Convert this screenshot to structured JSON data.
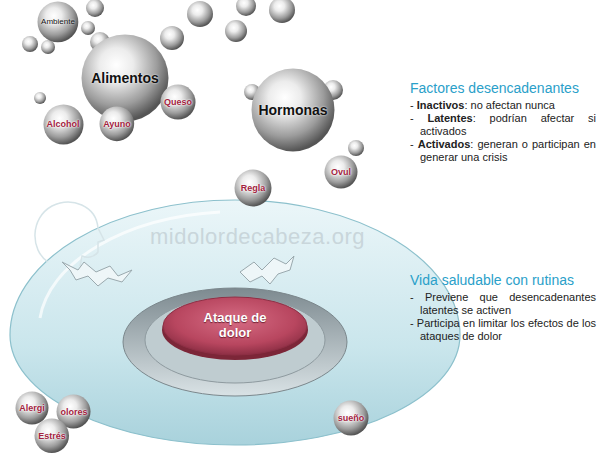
{
  "diagram": {
    "nodes": [
      {
        "text": [
          "Ambiente"
        ]
      },
      {
        "text": [
          "Alimentos"
        ]
      },
      {
        "text": [
          "Hormonas"
        ]
      },
      {
        "text": [
          "Alcohol"
        ]
      },
      {
        "text": [
          "Queso"
        ]
      },
      {
        "text": [
          "Ayuno"
        ]
      },
      {
        "text": [
          "Ovul"
        ]
      },
      {
        "text": [
          "Regla"
        ]
      },
      {
        "text": [
          "Ataque de dolor"
        ]
      },
      {
        "text": [
          "Alergi"
        ]
      },
      {
        "text": [
          "olores"
        ]
      },
      {
        "text": [
          "Estrés"
        ]
      },
      {
        "text": [
          "sueño"
        ]
      }
    ],
    "labels": [
      "midolordecabeza.org",
      "Factores desencadenantes",
      "- Inactivos: no afectan nunca",
      "- Latentes: podrían afectar si activados",
      "- Activados: generan o participan en generar una crisis",
      "Vida saludable con rutinas",
      "- Previene que desencadenantes latentes se activen",
      "- Participa en limitar los efectos de los ataques de dolor"
    ]
  }
}
